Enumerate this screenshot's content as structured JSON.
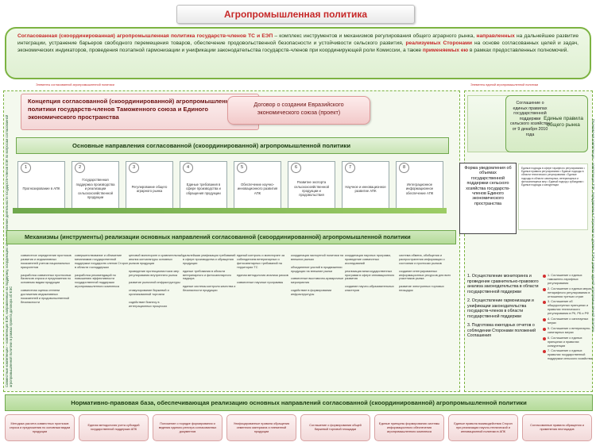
{
  "title": "Агропромышленная политика",
  "intro": {
    "p1": "Согласованная (скоординированная) агропромышленная политика государств-членов ТС и ЕЭП",
    "p2": " – комплекс инструментов и механизмов регулирования общего аграрного рынка, ",
    "p3": "направленных",
    "p4": " на дальнейшее развитие интеграции, устранение барьеров свободного перемещения товаров, обеспечение продовольственной безопасности и устойчивости сельского развития, ",
    "p5": "реализуемых Сторонами",
    "p6": " на основе согласованных целей и задач, экономических индикаторов, проведения поэтапной гармонизации и унификации законодательства государств-членов при координирующей роли Комиссии, а также ",
    "p7": "применяемых ею",
    "p8": " в рамках предоставленных полномочий."
  },
  "labels": {
    "left": "Элементы согласованной агропромышленной политики",
    "right": "Элементы единой агропромышленной политики"
  },
  "side_text": {
    "left": "Совместные компетенции – компетенции ЕЭК, направленные на поддержку, координацию и/или дополнение деятельности государств-членов ЕЭК по вопросам согласованной агропромышленной политики в рамках проекта договора об ЕЭС",
    "right": "Полномочия компетенции – компетенции ЕЭК, передаваемые Сторонами на уровень ЕЭК в рамках единой агропромышленной политики"
  },
  "concept": "Концепция согласованной (скоординированной) агропромышленной политики государств-членов Таможенного союза и Единого экономического пространства",
  "treaty": "Договор о создании Евразийского экономического союза (проект)",
  "directions_title": "Основные направления согласованной (скоординированной) агропромышленной политики",
  "directions": [
    {
      "num": "1",
      "text": "Прогнозирование в АПК"
    },
    {
      "num": "2",
      "text": "Государственная поддержка производства и реализации сельскохозяйственной продукции"
    },
    {
      "num": "3",
      "text": "Регулирование общего аграрного рынка"
    },
    {
      "num": "4",
      "text": "Единые требования в сфере производства и обращения продукции"
    },
    {
      "num": "5",
      "text": "Обеспечение научно-инновационного развития АПК"
    },
    {
      "num": "6",
      "text": "Развитие экспорта сельскохозяйственной продукции и продовольствия"
    },
    {
      "num": "7",
      "text": "Научное и инновационное развитие АПК"
    },
    {
      "num": "8",
      "text": "Интеграционное информационное обеспечение АПК"
    }
  ],
  "mechanisms_title": "Механизмы (инструменты) реализации основных направлений согласованной (скоординированной) агропромышленной политики",
  "mechanisms": [
    "совместное определение прогнозов развития и индикативных показателей учетом национальных приоритетов\n\nразработка совместных прогнозных балансов спроса и предложения по основным видам продукции\n\nсовместная оценка степени достижения индикативных показателей и продовольственной безопасности",
    "совершенствование и сближение механизмов государственной поддержки государств-членов Сторон в области господдержки\n\nразработка рекомендаций по повышению эффективности государственной поддержки агропромышленного комплекса",
    "ценовой мониторинг и сравнительный анализ конъюнктуры основных рынков продукции\n\nпроведение протекционистских мер регулирования внутреннего рынка\n\nразвитие рыночной инфраструктуры\n\nстимулирование биржевой и организованной торговли\n\nсодействие бизнесу в интеграционных процессах",
    "дальнейшая унификация требований в сфере производства и обращения продукции\n\nединые требования в области ветеринарного и фитосанитарного надзора\n\nединые системы контроля качества и безопасности продукции",
    "единый контроль и мониторинг за соблюдением ветеринарных и фитосанитарных требований на территории ТС\n\nединая методология анализа рисков\n\nсовместные научные программы",
    "координация экспортной политики на внешних рынках\n\nобъединение усилий в продвижении продукции на внешние рынки\n\nсовместные выставочно-ярмарочные мероприятия\n\nсодействие в формировании инфраструктуры",
    "координация научных программ, проведение совместных исследований\n\nреализация межгосударственных программ в сфере инновационного развития\n\nсоздание научно-образовательных кластеров",
    "система обмена, обобщения и распространения информации о состоянии и прогнозах рынков\n\nсоздание интегрированных информационных ресурсов для всех участников рынка\n\nразвитие электронных торговых площадок"
  ],
  "agreement": "Соглашение о единых правилах государственной поддержки сельского хозяйства от 9 декабря 2010 года",
  "rules": "Единые правила общего рынка",
  "report_form": "Форма уведомления об объемах государственной поддержки сельского хозяйства государств-членов Единого экономического пространства",
  "right_list": "Единые подходы в сфере тарифного регулирования • Единые правила регулирования • Единые подходы в области технического регулирования • Единые подходы в области санитарных, ветеринарных и фитосанитарных мер • Единый подход к субсидиям • Единые подходы к конкуренции",
  "monitoring": {
    "item1": "1. Осуществление мониторинга и проведение сравнительно-правового анализа законодательства в области государственной поддержки",
    "item2": "2. Осуществление гармонизации и унификации законодательства государств-членов в области государственной поддержки",
    "item3": "3. Подготовка ежегодных отчетов о соблюдении Сторонами положений Соглашения"
  },
  "agreements_list": [
    "1. Соглашение о единых таможенно-тарифных регулирования",
    "2. Соглашение о единых мерах нетарифного регулирования в отношении третьих стран",
    "3. Соглашение об общедоступных принципах и правилах технического регулирования в РК, РБ и РФ",
    "4. Соглашение о санитарных мерах",
    "5. Соглашение о ветеринарно-санитарных мерах",
    "6. Соглашение о единых принципах и правилах конкуренции",
    "7. Соглашение о единых правилах государственной поддержки сельского хозяйства"
  ],
  "legal_title": "Нормативно-правовая база, обеспечивающая реализацию основных направлений согласованной (скоординированной) агропромышленной политики",
  "legal_docs": [
    "Методика расчета совместных прогнозов спроса и предложения по основным видам продукции",
    "Единая методология учета субсидий государственной поддержки АПК",
    "Положение о порядке формирования и ведения единого реестра согласованных документов",
    "Унифицированные правила обращения семенного материала и племенной продукции",
    "Соглашение о формировании общей биржевой торговой площадки",
    "Единые принципы формирования системы информационного обеспечения агропромышленного комплекса",
    "Единые правила взаимодействия Сторон при реализации научно-технической и инновационной политики в АПК",
    "Согласованные правила обращения и применения пестицидов"
  ],
  "colors": {
    "green_border": "#7cb342",
    "red_text": "#c62828",
    "green_band": "#b5db99",
    "pink_box": "#f2d9d9"
  }
}
